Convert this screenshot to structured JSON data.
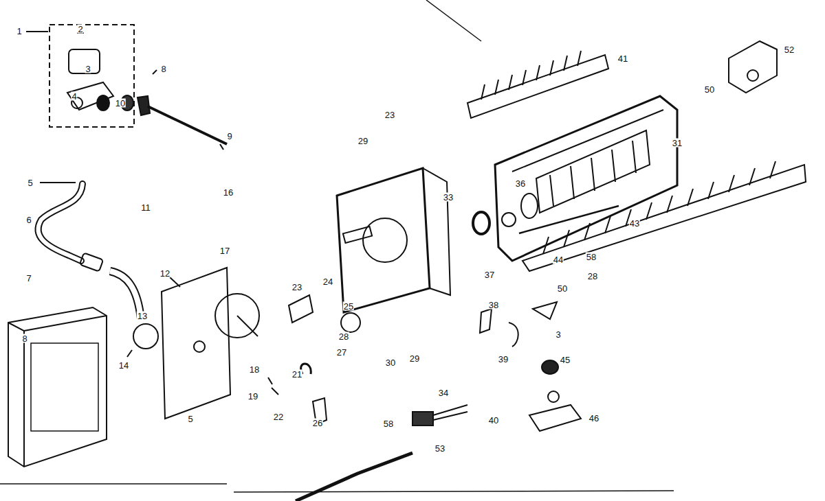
{
  "diagram": {
    "labels": [
      "1",
      "2",
      "3",
      "4",
      "8",
      "9",
      "10",
      "16",
      "11",
      "5",
      "6",
      "7",
      "8",
      "12",
      "17",
      "13",
      "14",
      "5",
      "18",
      "19",
      "22",
      "26",
      "21",
      "23",
      "24",
      "25",
      "28",
      "27",
      "30",
      "29",
      "34",
      "38",
      "39",
      "40",
      "58",
      "53",
      "45",
      "46",
      "3",
      "50",
      "28",
      "58",
      "44",
      "43",
      "31",
      "50",
      "52",
      "41",
      "33",
      "36",
      "37",
      "23",
      "29"
    ]
  }
}
